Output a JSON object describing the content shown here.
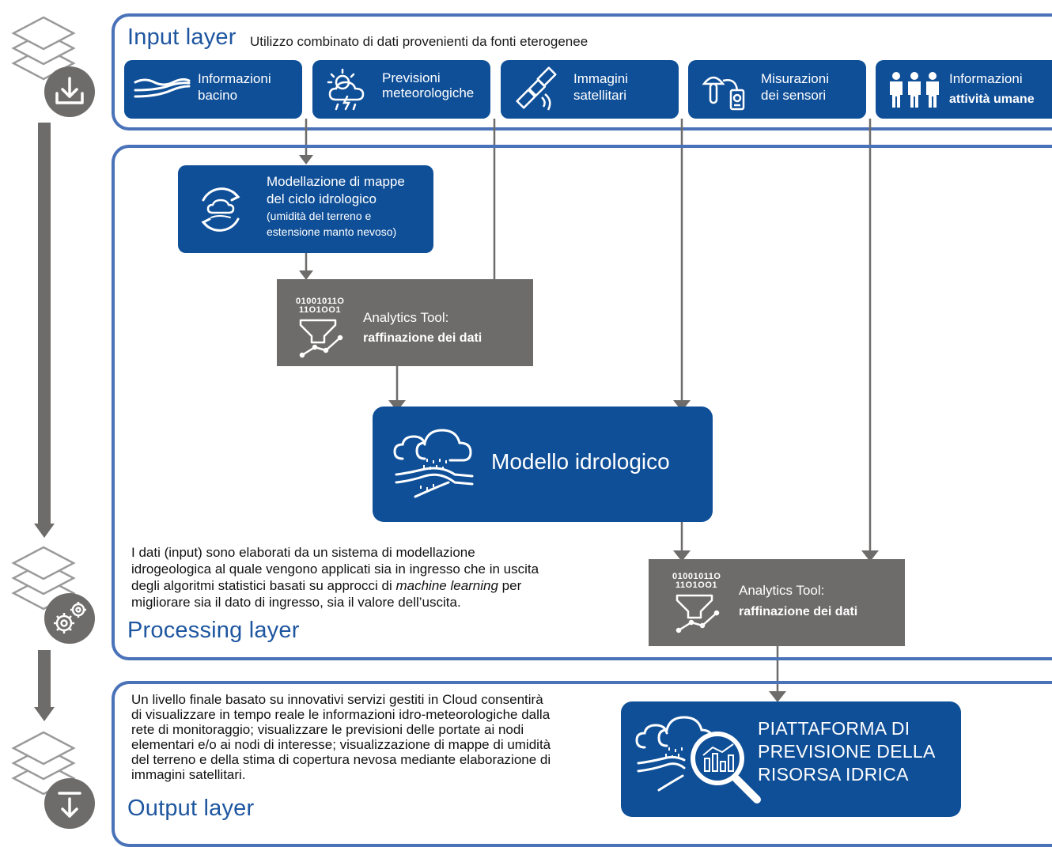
{
  "input_layer": {
    "title": "Input layer",
    "subtitle": "Utilizzo combinato di dati provenienti da fonti eterogenee",
    "sources": [
      {
        "line1": "Informazioni",
        "line2": "bacino",
        "icon": "river-basin-icon"
      },
      {
        "line1": "Previsioni",
        "line2": "meteorologiche",
        "icon": "weather-forecast-icon"
      },
      {
        "line1": "Immagini",
        "line2": "satellitari",
        "icon": "satellite-icon"
      },
      {
        "line1": "Misurazioni",
        "line2": "dei sensori",
        "icon": "sensor-icon"
      },
      {
        "line1": "Informazioni",
        "line2": "attività umane",
        "icon": "people-icon"
      }
    ]
  },
  "processing_layer": {
    "title": "Processing layer",
    "modelling": {
      "line1": "Modellazione di mappe",
      "line2": "del ciclo idrologico",
      "line3": "(umidità del terreno e",
      "line4": "estensione manto nevoso)"
    },
    "analytics_1": {
      "binary1": "01001011O",
      "binary2": "11O1OO1",
      "label": "Analytics Tool:",
      "bold": "raffinazione dei dati"
    },
    "model": {
      "label": "Modello idrologico"
    },
    "analytics_2": {
      "binary1": "01001011O",
      "binary2": "11O1OO1",
      "label": "Analytics Tool:",
      "bold": "raffinazione dei dati"
    },
    "description": {
      "line1": "I dati (input) sono elaborati da un sistema di modellazione",
      "line2": "idrogeologica al quale vengono applicati sia in ingresso che in uscita",
      "line3a": "degli algoritmi statistici basati su approcci di ",
      "line3b": "machine learning",
      "line3c": " per",
      "line4": "migliorare sia il dato di ingresso, sia il valore dell’uscita."
    }
  },
  "output_layer": {
    "title": "Output layer",
    "description": {
      "line1": "Un livello finale basato su innovativi servizi gestiti in Cloud consentirà",
      "line2": "di visualizzare in tempo reale le informazioni idro-meteorologiche dalla",
      "line3": "rete di monitoraggio; visualizzare le previsioni delle portate ai nodi",
      "line4": "elementari e/o ai nodi di interesse; visualizzazione di mappe di umidità",
      "line5": "del terreno e della stima di copertura nevosa mediante elaborazione di",
      "line6": "immagini satellitari."
    },
    "platform": {
      "line1": "PIATTAFORMA DI",
      "line2": "PREVISIONE DELLA",
      "line3": "RISORSA IDRICA"
    }
  },
  "colors": {
    "blue": "#0f4f98",
    "frame": "#4a72b8",
    "grey": "#6e6c6b",
    "title": "#1e56a0"
  }
}
